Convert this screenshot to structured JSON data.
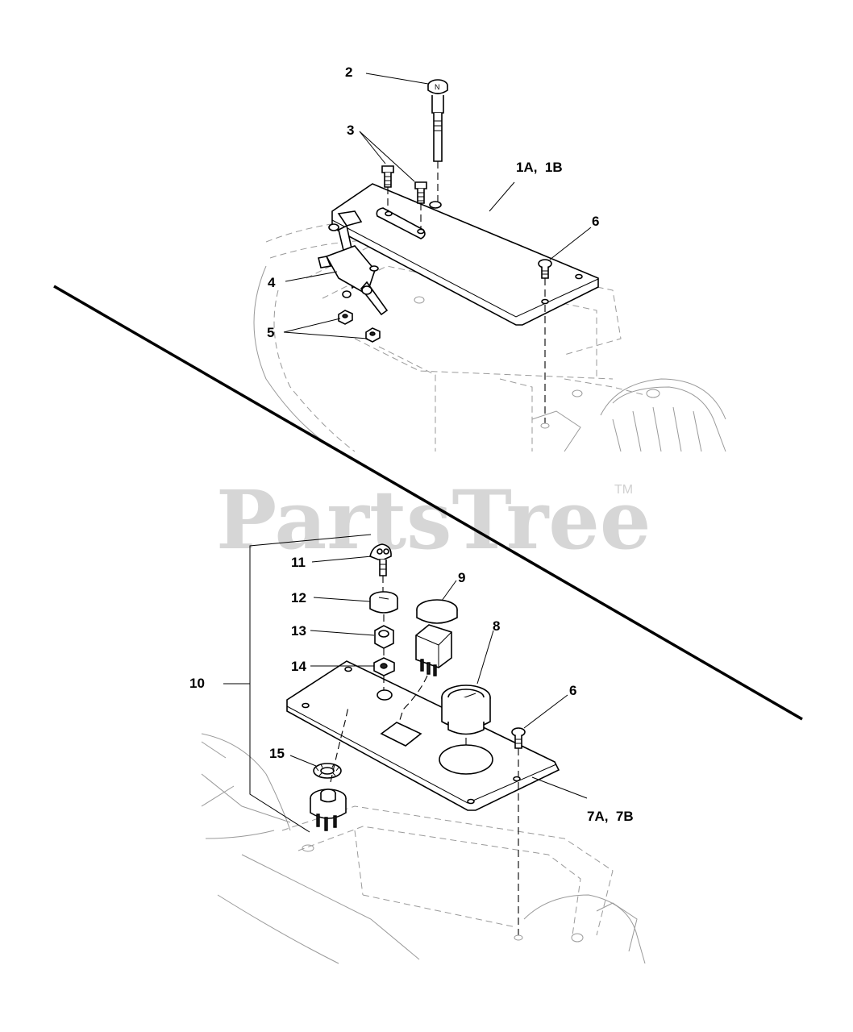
{
  "watermark": {
    "brand": "PartsTree",
    "trademark": "TM"
  },
  "callouts": {
    "c2": "2",
    "c3": "3",
    "c1": "1A,  1B",
    "c6a": "6",
    "c4": "4",
    "c5": "5",
    "c11": "11",
    "c9": "9",
    "c12": "12",
    "c13": "13",
    "c8": "8",
    "c14": "14",
    "c10": "10",
    "c6b": "6",
    "c15": "15",
    "c7": "7A,  7B"
  },
  "colors": {
    "watermark": "#d6d6d6",
    "line_art": "#000000",
    "background_art": "#9a9a9a"
  }
}
